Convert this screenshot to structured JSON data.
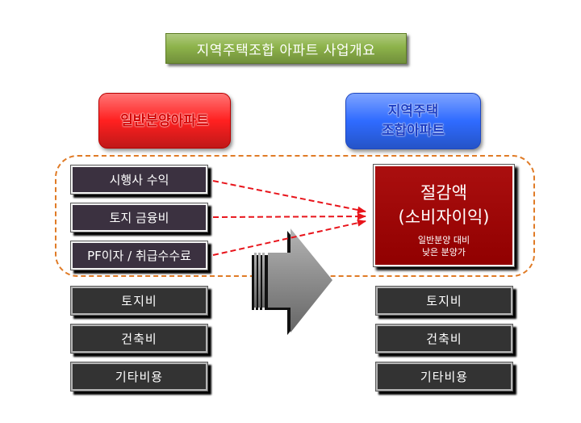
{
  "title": "지역주택조합 아파트 사업개요",
  "general_sale": {
    "header": "일반분양아파트",
    "extra_costs": [
      "시행사 수익",
      "토지 금융비",
      "PF이자 / 취급수수료"
    ],
    "base_costs": [
      "토지비",
      "건축비",
      "기타비용"
    ]
  },
  "housing_association": {
    "header_lines": [
      "지역주택",
      "조합아파트"
    ],
    "savings": {
      "title": "절감액",
      "subtitle": "(소비자이익)",
      "notes": [
        "일반분양 대비",
        "낮은 분양가"
      ]
    },
    "base_costs": [
      "토지비",
      "건축비",
      "기타비용"
    ]
  },
  "colors": {
    "title_fill": "#8db34a",
    "general_header_fill": "#ff2020",
    "association_header_fill": "#2f6bff",
    "cost_box_fill": "#3b3140",
    "base_box_fill": "#333333",
    "savings_fill": "#a50000",
    "frame_border": "#e07b26",
    "flow_arrow": "#e8141b"
  },
  "icons": {
    "transition": "right-arrow-icon",
    "flow": "dashed-arrow-icon"
  }
}
